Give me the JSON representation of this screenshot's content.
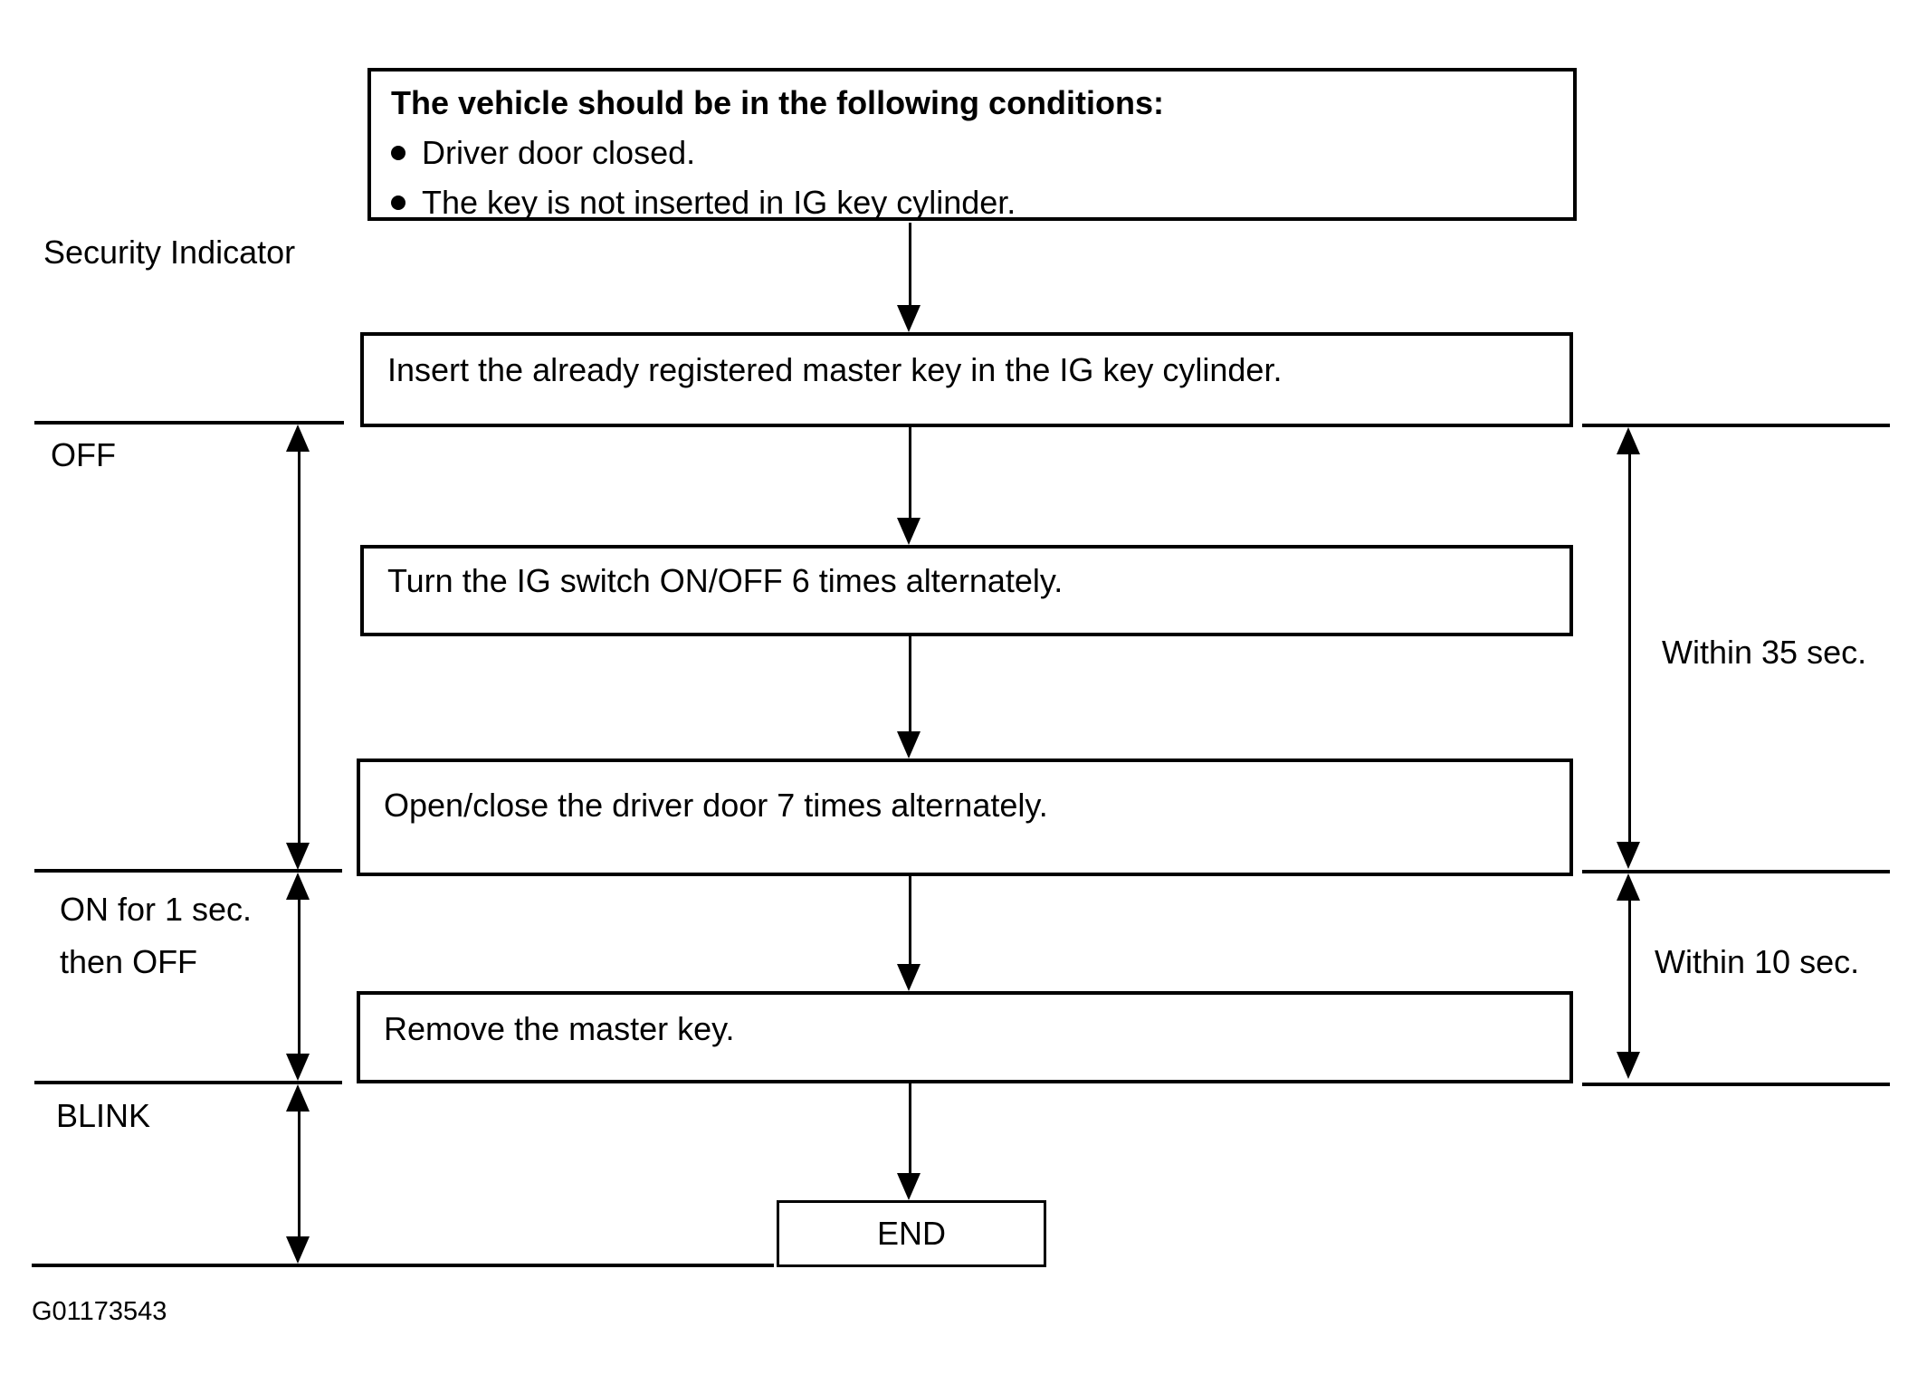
{
  "page": {
    "background_color": "#ffffff",
    "ink_color": "#000000"
  },
  "figure_id": "G01173543",
  "indicator": {
    "label": "Security Indicator",
    "states": {
      "off": "OFF",
      "on_line1": "ON for 1 sec.",
      "on_line2": "then OFF",
      "blink": "BLINK"
    }
  },
  "conditions": {
    "title": "The vehicle should be in the following conditions:",
    "bullets": [
      "Driver door closed.",
      "The key is not inserted in IG key cylinder."
    ]
  },
  "steps": [
    "Insert the already registered master key in the IG key cylinder.",
    "Turn the IG switch ON/OFF 6 times alternately.",
    "Open/close the driver door 7 times alternately.",
    "Remove the master key."
  ],
  "terminal": "END",
  "timings": [
    "Within 35 sec.",
    "Within 10 sec."
  ]
}
